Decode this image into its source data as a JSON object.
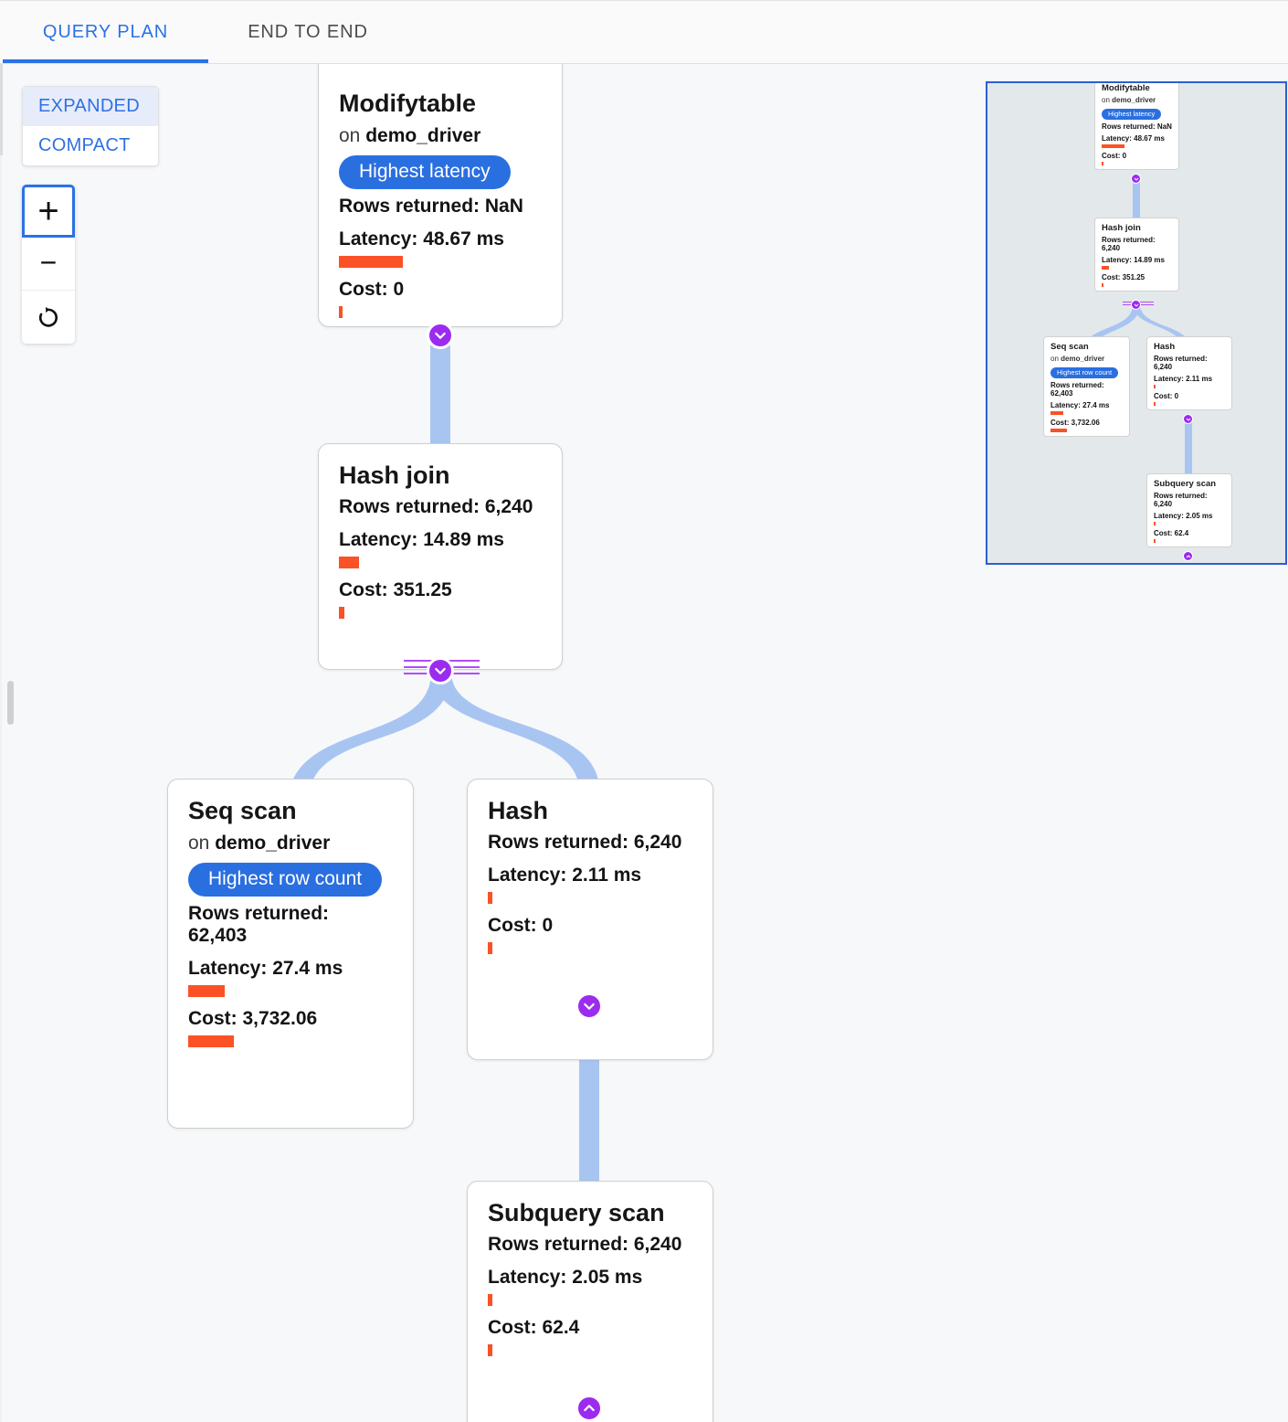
{
  "tabs": [
    {
      "label": "QUERY PLAN",
      "active": true
    },
    {
      "label": "END TO END",
      "active": false
    }
  ],
  "controls": {
    "display_modes": [
      {
        "label": "EXPANDED",
        "selected": true
      },
      {
        "label": "COMPACT",
        "selected": false
      }
    ],
    "zoom_in": "+",
    "zoom_out": "−",
    "reset_icon": "reset-icon"
  },
  "colors": {
    "accent_blue": "#2a72e5",
    "badge_blue": "#2a6fe0",
    "bar_orange": "#fa5226",
    "edge_blue": "#a8c5f2",
    "knob_purple": "#9c2bf0",
    "minimap_bg": "#e3e8ea",
    "minimap_border": "#2a5fd0",
    "canvas_bg": "#f7f8fa"
  },
  "nodes": [
    {
      "id": "modifytable",
      "title": "Modifytable",
      "relation_prefix": "on",
      "relation": "demo_driver",
      "badge": "Highest latency",
      "rows_label": "Rows returned: NaN",
      "latency_label": "Latency: 48.67 ms",
      "latency_bar_pct": 29,
      "cost_label": "Cost: 0",
      "cost_bar_pct": 1.5
    },
    {
      "id": "hashjoin",
      "title": "Hash join",
      "badge": null,
      "rows_label": "Rows returned: 6,240",
      "latency_label": "Latency: 14.89 ms",
      "latency_bar_pct": 9,
      "cost_label": "Cost: 351.25",
      "cost_bar_pct": 2.2
    },
    {
      "id": "seqscan",
      "title": "Seq scan",
      "relation_prefix": "on",
      "relation": "demo_driver",
      "badge": "Highest row count",
      "rows_label": "Rows returned: 62,403",
      "latency_label": "Latency: 27.4 ms",
      "latency_bar_pct": 16,
      "cost_label": "Cost: 3,732.06",
      "cost_bar_pct": 19
    },
    {
      "id": "hash",
      "title": "Hash",
      "badge": null,
      "rows_label": "Rows returned: 6,240",
      "latency_label": "Latency: 2.11 ms",
      "latency_bar_pct": 1.5,
      "cost_label": "Cost: 0",
      "cost_bar_pct": 1.5
    },
    {
      "id": "subqueryscan",
      "title": "Subquery scan",
      "badge": null,
      "rows_label": "Rows returned: 6,240",
      "latency_label": "Latency: 2.05 ms",
      "latency_bar_pct": 1.5,
      "cost_label": "Cost: 62.4",
      "cost_bar_pct": 1.5
    }
  ],
  "edges": [
    {
      "from": "modifytable",
      "to": "hashjoin"
    },
    {
      "from": "hashjoin",
      "to": "seqscan"
    },
    {
      "from": "hashjoin",
      "to": "hash"
    },
    {
      "from": "hash",
      "to": "subqueryscan"
    }
  ],
  "minimap": {
    "present": true,
    "viewport_visible": true
  }
}
